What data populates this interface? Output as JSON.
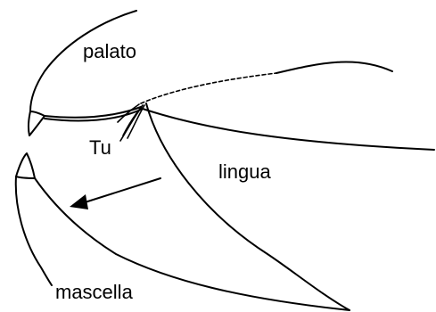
{
  "labels": {
    "palate": "palato",
    "tongue": "lingua",
    "jaw": "mascella",
    "tu": "Tu"
  },
  "colors": {
    "ink": "#000000",
    "background": "#ffffff"
  }
}
